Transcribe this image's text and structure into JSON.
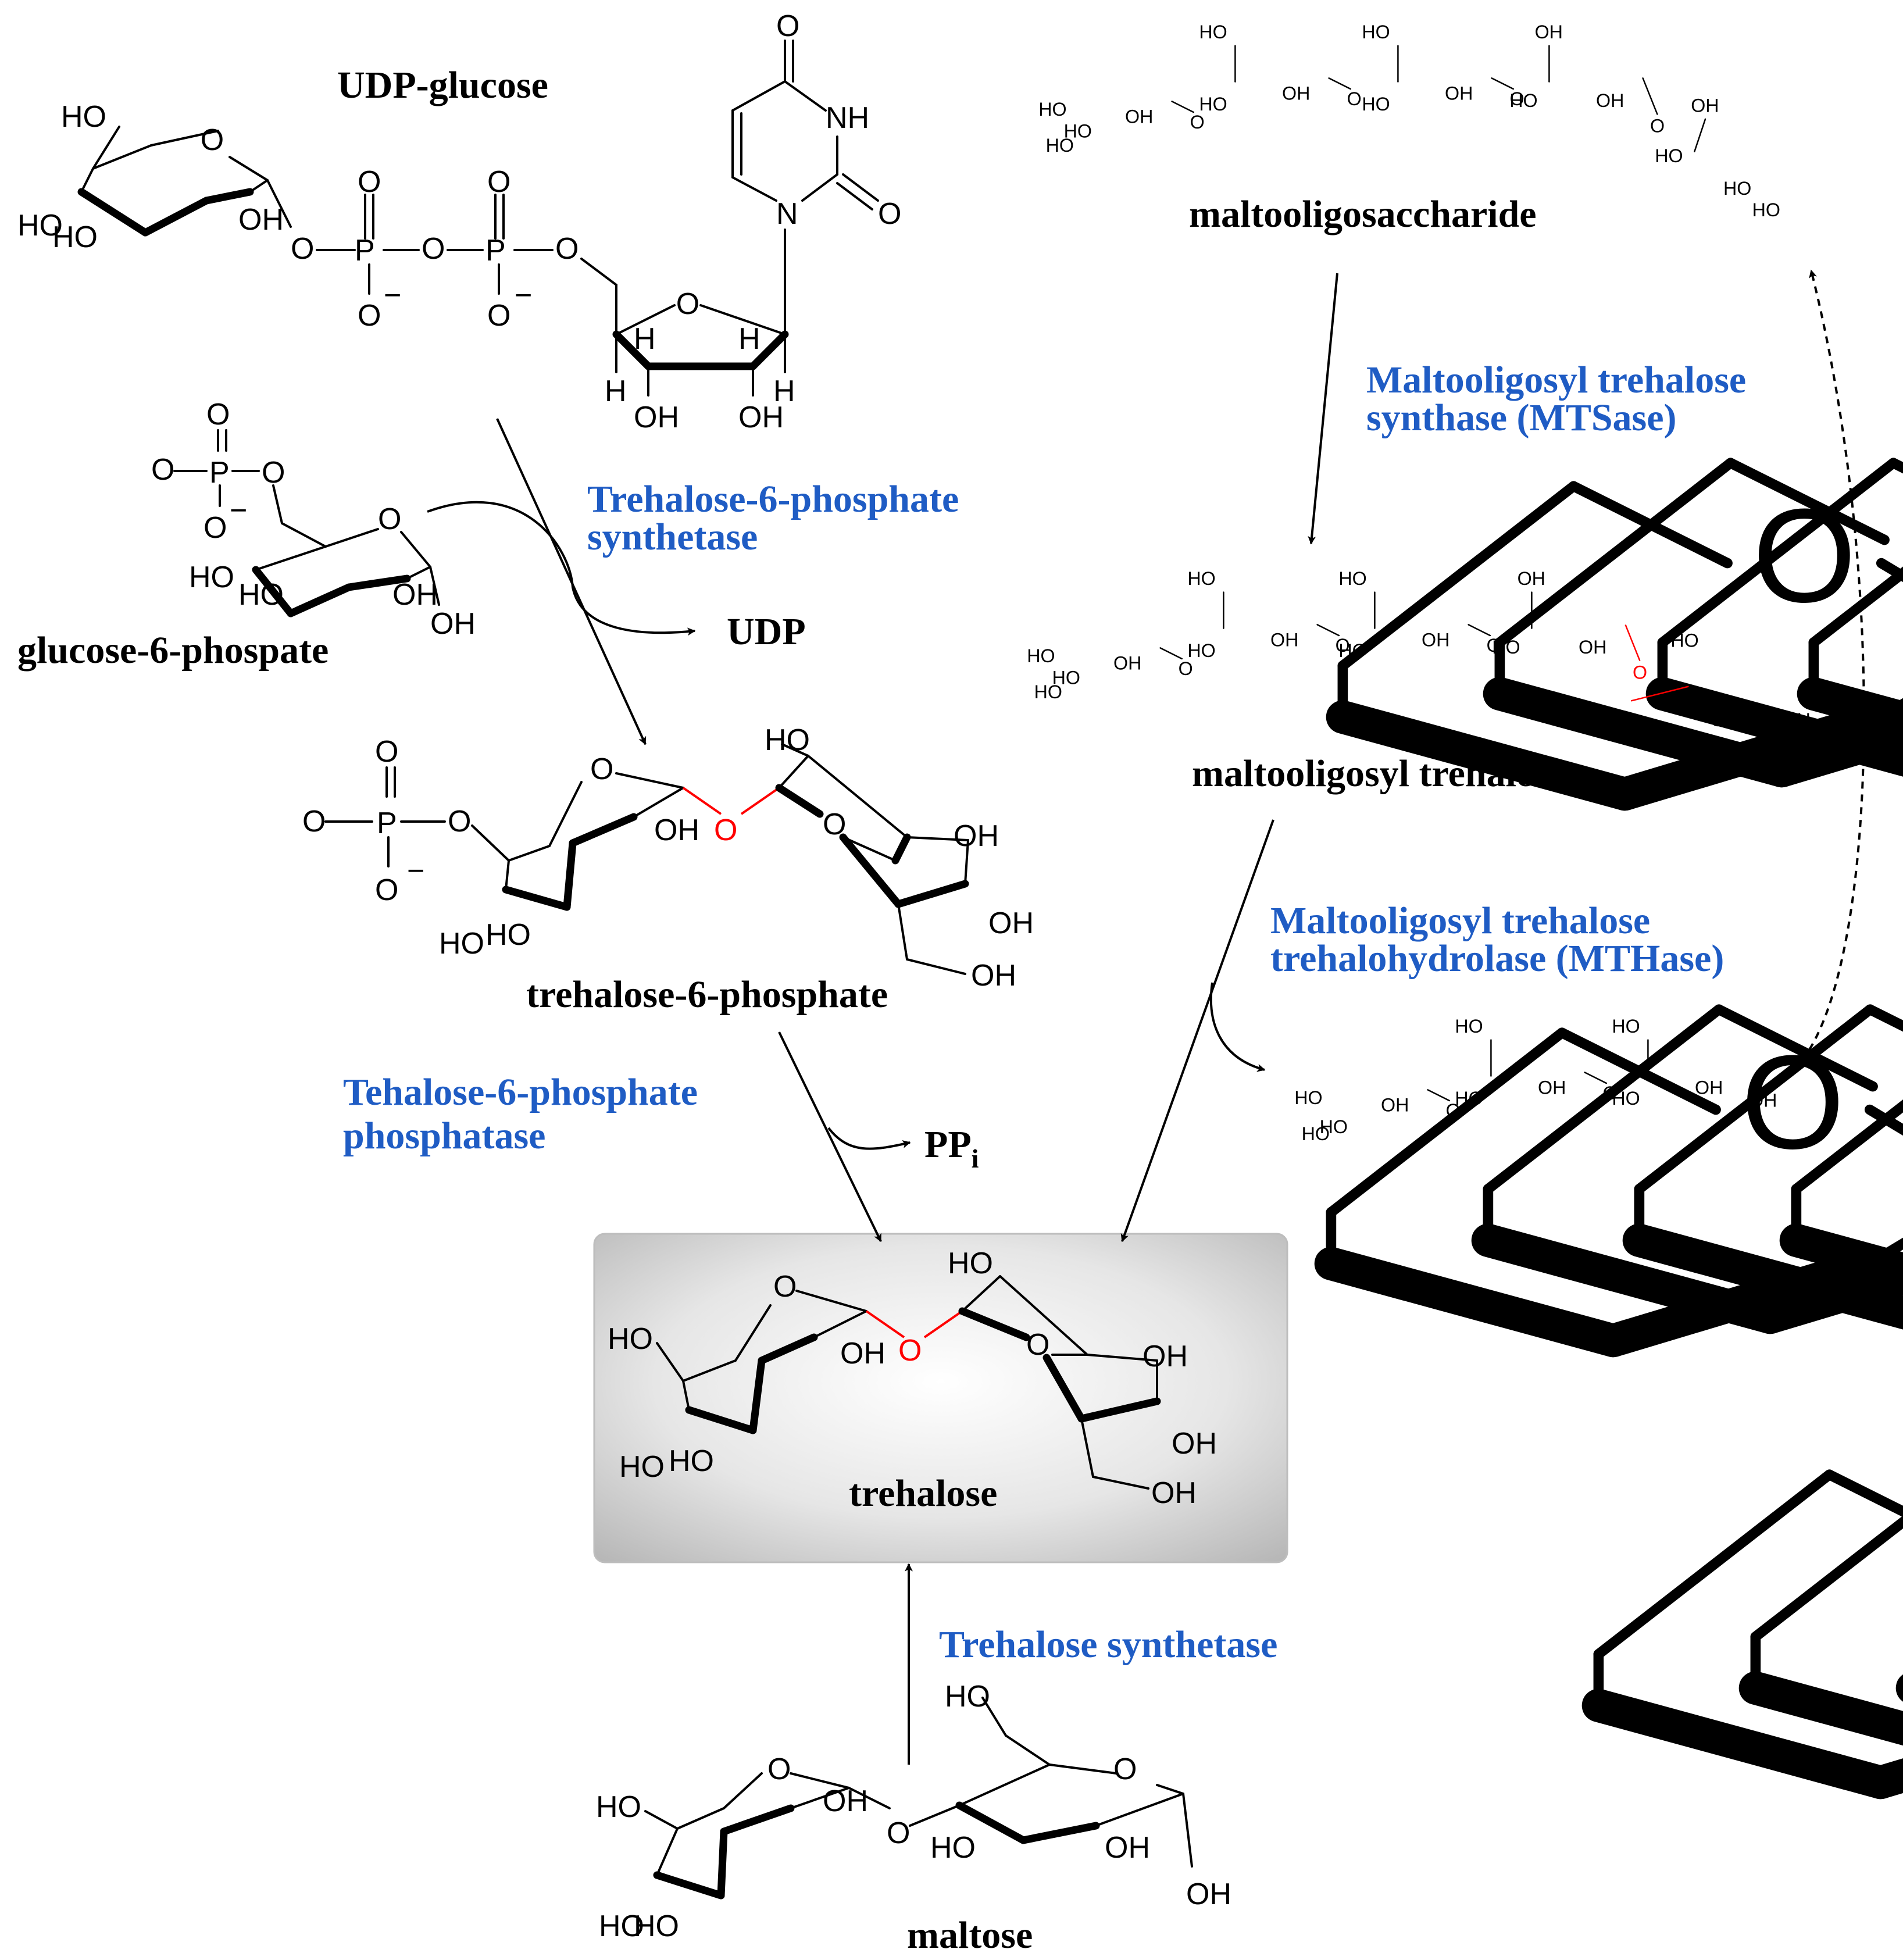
{
  "compounds": {
    "udp_glucose": "UDP-glucose",
    "glucose_6_phosphate": "glucose-6-phospate",
    "trehalose_6_phosphate": "trehalose-6-phosphate",
    "trehalose": "trehalose",
    "maltose": "maltose",
    "maltooligosaccharide": "maltooligosaccharide",
    "maltooligosyl_trehalose": "maltooligosyl trehalose",
    "udp": "UDP",
    "ppi": "PP",
    "ppi_sub": "i"
  },
  "enzymes": {
    "tps_line1": "Trehalose-6-phosphate",
    "tps_line2": "synthetase",
    "tpp_line1": "Tehalose-6-phosphate",
    "tpp_line2": "phosphatase",
    "mtsase_line1": "Maltooligosyl trehalose",
    "mtsase_line2": "synthase (MTSase)",
    "mthase_line1": "Maltooligosyl trehalose",
    "mthase_line2": "trehalohydrolase (MTHase)",
    "treS": "Trehalose synthetase"
  },
  "atoms": {
    "HO": "HO",
    "OH": "OH",
    "O": "O",
    "P": "P",
    "N": "N",
    "NH": "NH",
    "H": "H",
    "minus": "−"
  },
  "colors": {
    "enzyme_text": "#1f5cc4",
    "glycosidic_bond": "#ff0000",
    "product_box": "#c8c8c8"
  }
}
